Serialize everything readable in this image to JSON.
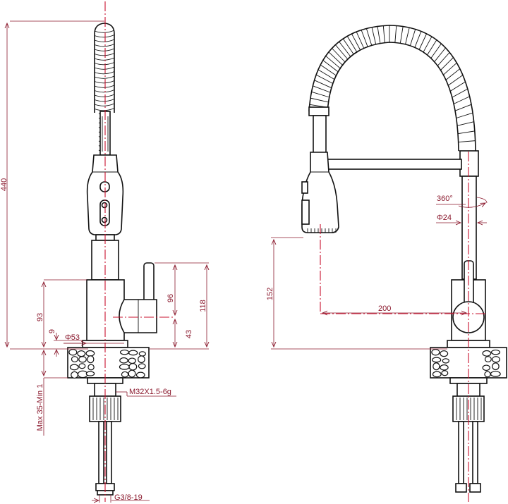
{
  "dimensions": {
    "total_height": "440",
    "base_height": "93",
    "flange_thickness": "9",
    "base_diameter": "Φ53",
    "max_thickness": "Max 35-Min 1",
    "thread": "M32X1.5-6g",
    "hose_connection": "G3/8-19",
    "handle_height": "96",
    "handle_offset": "43",
    "handle_total": "118",
    "spray_height": "152",
    "spout_reach": "200",
    "rotation": "360°",
    "tube_diameter": "Φ24"
  },
  "colors": {
    "outline": "#111111",
    "dimension": "#8b1a2e",
    "centerline": "#c8102e"
  }
}
